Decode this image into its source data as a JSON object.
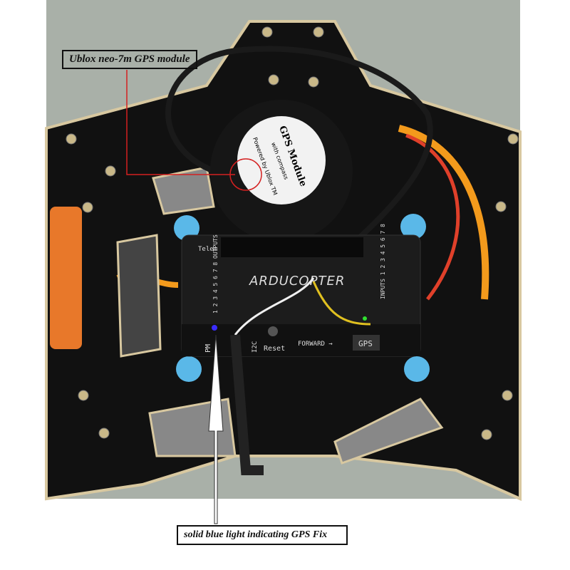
{
  "annotations": {
    "gps_module_label": "Ublox neo-7m GPS module",
    "gps_fix_label": "solid blue light indicating GPS  Fix"
  },
  "photo_text": {
    "gps_title": "GPS Module",
    "gps_subtitle": "with compass",
    "gps_powered": "Powered by Ublox TM",
    "board_brand": "ARDUCOPTER",
    "telem": "Telem",
    "outputs": "1 2 3 4 5 6 7 8 OUTPUTS",
    "inputs": "INPUTS 1 2 3 4 5 6 7 8",
    "pm": "PM",
    "i2c": "I2C",
    "reset": "Reset",
    "forward": "FORWARD →",
    "gps_port": "GPS"
  },
  "colors": {
    "annotation_red": "#d42020",
    "led_blue": "#3a2cff",
    "led_green": "#30e030",
    "frame_black": "#111111",
    "frame_edge": "#d8c8a0",
    "floor": "#a9b0a8"
  }
}
